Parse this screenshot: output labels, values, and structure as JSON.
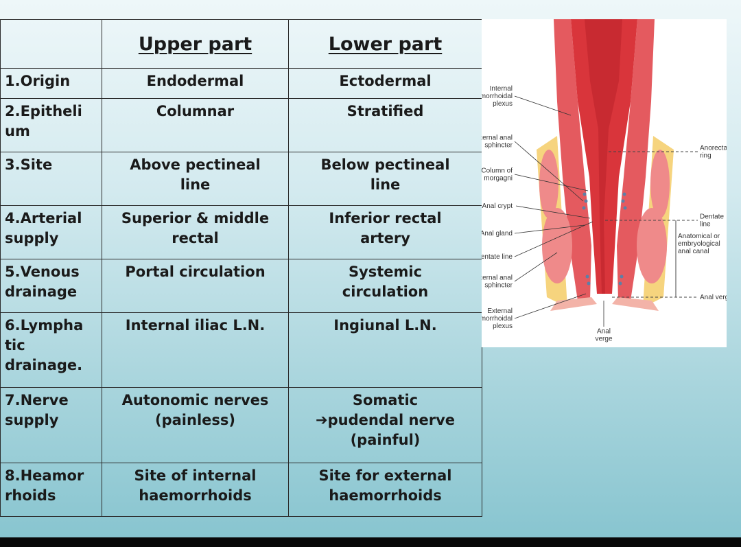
{
  "table": {
    "headers": [
      "",
      "Upper part",
      "Lower part"
    ],
    "rows": [
      {
        "label": "1.Origin",
        "upper": "Endodermal",
        "lower": "Ectodermal"
      },
      {
        "label": "2.Epitheli\num",
        "upper": "Columnar",
        "lower": "Stratified"
      },
      {
        "label": "3.Site",
        "upper": "Above pectineal\nline",
        "lower": "Below pectineal\nline"
      },
      {
        "label": "4.Arterial\nsupply",
        "upper": "Superior & middle\nrectal",
        "lower": "Inferior rectal\nartery"
      },
      {
        "label": "5.Venous\ndrainage",
        "upper": "Portal circulation",
        "lower": "Systemic\ncirculation"
      },
      {
        "label": "6.Lympha\ntic\ndrainage.",
        "upper": "Internal iliac L.N.",
        "lower": "Ingiunal L.N."
      },
      {
        "label": "7.Nerve\nsupply",
        "upper": "Autonomic nerves\n(painless)",
        "lower": "Somatic\n➔pudendal nerve\n(painful)"
      },
      {
        "label": "8.Heamor\nrhoids",
        "upper": "Site of internal\nhaemorrhoids",
        "lower": "Site for external\nhaemorrhoids"
      }
    ]
  },
  "diagram": {
    "labels_left": [
      [
        "Internal",
        "hemorrhoidal",
        "plexus"
      ],
      [
        "Internal anal",
        "sphincter"
      ],
      [
        "Column of",
        "morgagni"
      ],
      [
        "Anal crypt"
      ],
      [
        "Anal gland"
      ],
      [
        "Dentate line"
      ],
      [
        "External anal",
        "sphincter"
      ],
      [
        "External",
        "hemorrhoidal",
        "plexus"
      ]
    ],
    "labels_right": [
      [
        "Anorectal",
        "ring"
      ],
      [
        "Dentate",
        "line"
      ],
      [
        "Anatomical or",
        "embryological",
        "anal canal"
      ],
      [
        "Anal verge"
      ]
    ],
    "label_bottom": [
      "Anal",
      "verge"
    ]
  },
  "colors": {
    "label_red": "#c0141c",
    "tissue_red": "#d9353b",
    "muscle_pink": "#ef8a8a",
    "fat_yellow": "#f6d47e"
  }
}
